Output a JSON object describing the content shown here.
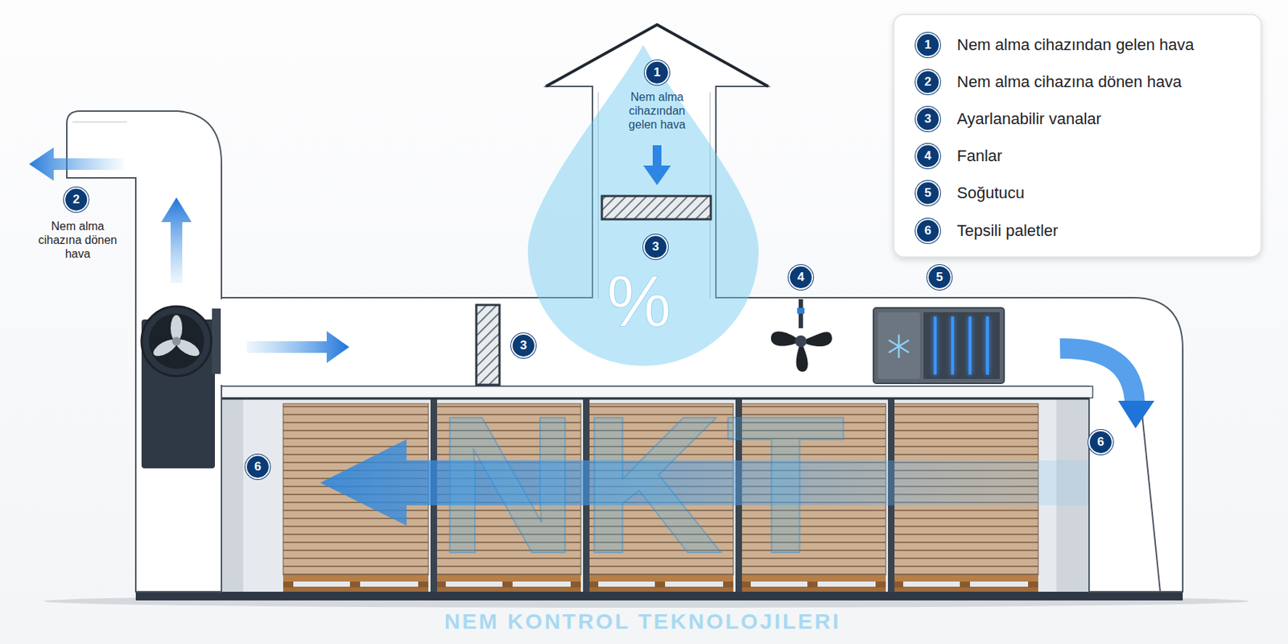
{
  "diagram": {
    "labels": [
      "1",
      "Nem alma cihazından gelen hava",
      "2",
      "Nem alma cihazına dönen hava",
      "1",
      "2",
      "3",
      "4",
      "5",
      "6",
      "3",
      "4",
      "5",
      "%",
      "3",
      "6",
      "6",
      "NKT",
      "NEM KONTROL TEKNOLOJILERI"
    ],
    "legend": [
      {
        "text": "Nem alma cihazından gelen hava"
      },
      {
        "text": "Nem alma cihazına dönen hava"
      },
      {
        "text": "Ayarlanabilir vanalar"
      },
      {
        "text": "Fanlar"
      },
      {
        "text": "Soğutucu"
      },
      {
        "text": "Tepsili paletler"
      }
    ]
  }
}
